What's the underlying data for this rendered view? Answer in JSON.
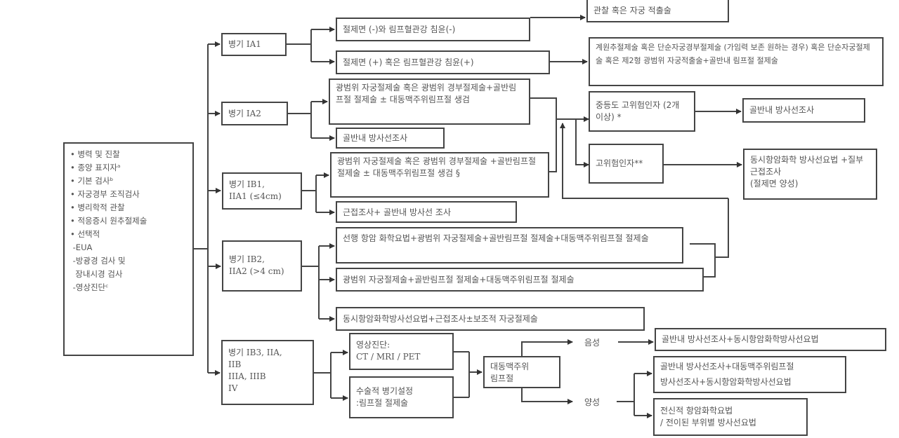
{
  "workup": {
    "items": [
      "• 병력 및 진찰",
      "• 종양 표지자ᵃ",
      "• 기본 검사ᵇ",
      "• 자궁경부 조직검사",
      "• 병리학적 관찰",
      "• 적응증시 원추절제술",
      "• 선택적",
      " -EUA",
      " -방광경 검사 및",
      "  장내시경 검사",
      " -영상진단ᶜ"
    ]
  },
  "stages": {
    "ia1": "병기 IA1",
    "ia2": "병기 IA2",
    "ib1": "병기 IB1,\nIIA1 (≤4cm)",
    "ib2": "병기 IB2,\nIIA2 (>4 cm)",
    "ib3": "병기 IB3, IIA,\nIIB\nIIIA, IIIB\nIV"
  },
  "ia1": {
    "neg": "절제면 (-)와 림프혈관강 침윤(-)",
    "pos": "절제면 (+) 혹은 림프혈관강 침윤(+)",
    "neg_tx": "관찰 혹은 자궁 적출술",
    "pos_tx": "계원추절제술 혹은 단순자궁경부절제술 (가임력 보존 원하는 경우) 혹은 단순자궁절제술 혹은 제2형 광범위 자궁적출술+골반내 림프절 절제술"
  },
  "ia2": {
    "surgery": "광범위 자궁절제술 혹은 광범위 경부절제술+골반림프절 절제술 ± 대동맥주위림프절 생검",
    "rt": "골반내 방사선조사"
  },
  "ib1": {
    "surgery": "광범위 자궁절제술 혹은 광범위 경부절제술 +골반림프절 절제술 ± 대동맥주위림프절 생검 §",
    "rt": "근접조사+ 골반내 방사선 조사"
  },
  "ib2": {
    "neoadj": "선행 항암 화학요법+광범위 자궁절제술+골반림프절 절제술+대동맥주위림프절 절제술",
    "surgery": "광범위 자궁절제술+골반림프절 절제술+대동맥주위림프절 절제술",
    "ccrt": "동시항암화학방사선요법+근접조사±보조적 자궁절제술"
  },
  "risk": {
    "intermediate": "중등도 고위험인자 (2개 이상) *",
    "intermediate_tx": "골반내 방사선조사",
    "high": "고위험인자**",
    "high_tx": "동시항암화학 방사선요법 +질부근접조사\n(절제면 양성)"
  },
  "advanced": {
    "imaging": "영상진단:\nCT / MRI / PET",
    "surgical": "수술적 병기설정\n:림프절 절제술",
    "paraaortic": "대동맥주위\n림프절",
    "negative": "음성",
    "positive": "양성",
    "neg_tx": "골반내 방사선조사+동시항암화학방사선요법",
    "pos_tx1": "골반내 방사선조사+대동맥주위림프절\n방사선조사+동시항암화학방사선요법",
    "pos_tx2": "전신적 항암화학요법\n/ 전이된 부위별 방사선요법"
  }
}
